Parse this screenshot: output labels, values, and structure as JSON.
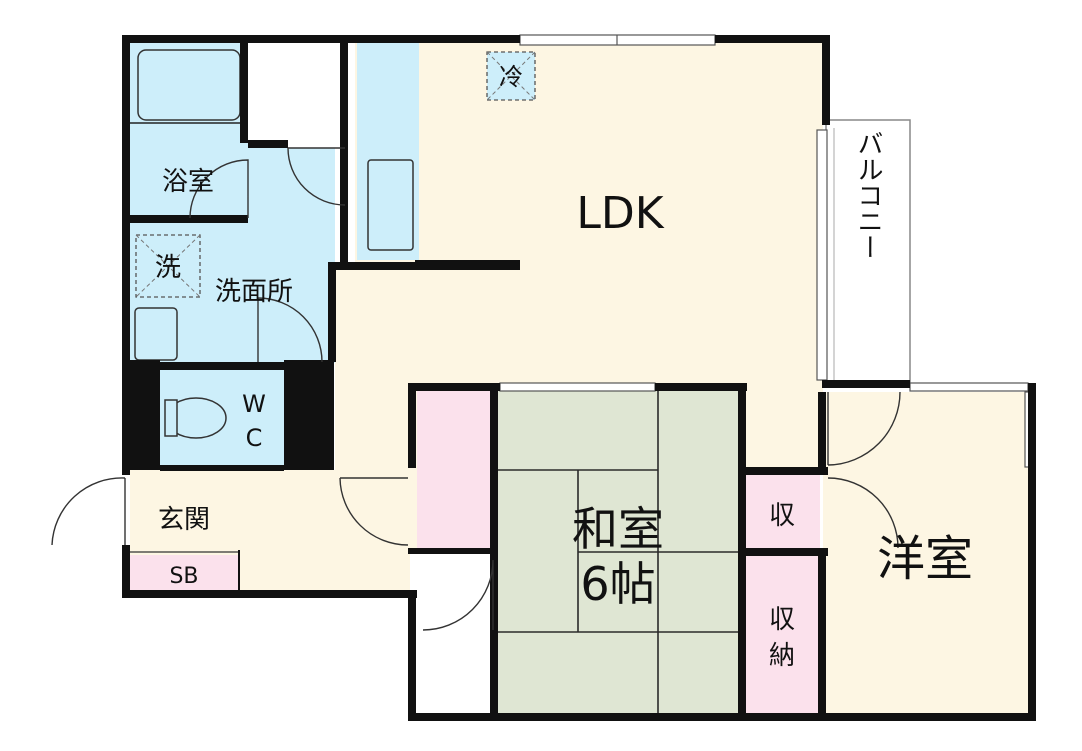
{
  "rooms": {
    "ldk": "LDK",
    "washitsu_name": "和室",
    "washitsu_size": "6帖",
    "youshitsu": "洋室",
    "bath": "浴室",
    "senmenjo": "洗面所",
    "wc_w": "W",
    "wc_c": "C",
    "genkan": "玄関",
    "sb": "SB",
    "shu": "収",
    "shuno_1": "収",
    "shuno_2": "納",
    "balcony": "バルコニー"
  },
  "fixtures": {
    "fridge": "冷",
    "washer": "洗"
  },
  "colors": {
    "ldk_floor": "#fdf6e3",
    "wet_area": "#cdeefa",
    "tatami": "#dfe6d3",
    "storage": "#fbe1ec",
    "wall": "#111111",
    "background": "#ffffff"
  }
}
